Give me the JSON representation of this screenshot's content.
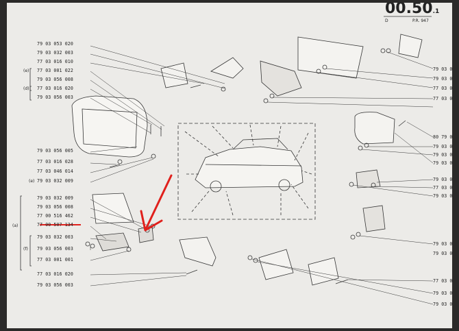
{
  "header": {
    "page_number": "00.50",
    "page_suffix": ".1",
    "left_mark": "D",
    "reference": "P.R. 947"
  },
  "left_column": [
    {
      "text": "79 03 053 020",
      "highlighted": false
    },
    {
      "text": "79 03 032 003",
      "highlighted": false
    },
    {
      "text": "77 03 016 010",
      "highlighted": false
    },
    {
      "text": "77 03 001 022",
      "group": "(e)",
      "highlighted": false
    },
    {
      "text": "79 03 056 008",
      "highlighted": false
    },
    {
      "text": "77 03 016 020",
      "group": "(d)",
      "highlighted": false
    },
    {
      "text": "79 03 056 003",
      "highlighted": false
    },
    {
      "text": "79 03 056 005",
      "highlighted": false
    },
    {
      "text": "77 03 016 028",
      "highlighted": false
    },
    {
      "text": "77 03 046 014",
      "highlighted": false
    },
    {
      "text": "79 03 032 009",
      "group": "(e)",
      "highlighted": false
    },
    {
      "text": "79 03 032 009",
      "highlighted": false
    },
    {
      "text": "79 03 056 008",
      "highlighted": false
    },
    {
      "text": "77 00 516 462",
      "highlighted": true
    },
    {
      "text": "77 00 507 134",
      "group": "(a)",
      "highlighted": false
    },
    {
      "text": "79 03 032 003",
      "highlighted": false
    },
    {
      "text": "79 03 056 003",
      "group": "(f)",
      "highlighted": false
    },
    {
      "text": "77 03 001 001",
      "highlighted": false
    },
    {
      "text": "77 03 016 020",
      "highlighted": false
    },
    {
      "text": "79 03 056 003",
      "highlighted": false
    }
  ],
  "right_column": [
    {
      "text": "79 03 0"
    },
    {
      "text": "79 03 0"
    },
    {
      "text": "77 03 0"
    },
    {
      "text": "77 03 0"
    },
    {
      "text": "80 79 0"
    },
    {
      "text": "79 03 0"
    },
    {
      "text": "79 03 0"
    },
    {
      "text": "79 03 0"
    },
    {
      "text": "79 03 0"
    },
    {
      "text": "77 03 0"
    },
    {
      "text": "79 03 0"
    },
    {
      "text": "79 03 0"
    },
    {
      "text": "79 03 0"
    },
    {
      "text": "77 03 0"
    },
    {
      "text": "79 03 0"
    },
    {
      "text": "79 03 0"
    }
  ],
  "colors": {
    "paper": "#ecebe8",
    "ink": "#222222",
    "annotation_red": "#e0201c"
  }
}
